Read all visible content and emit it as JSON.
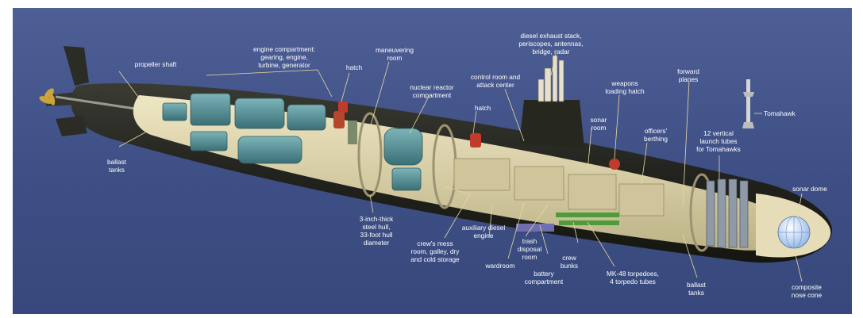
{
  "labels": {
    "propeller_shaft": "propeller shaft",
    "engine_compartment": "engine compartment:\ngearing, engine,\nturbine, generator",
    "hatch_aft": "hatch",
    "maneuvering_room": "maneuvering\nroom",
    "nuclear_reactor": "nuclear reactor\ncompartment",
    "diesel_exhaust": "diesel exhaust stack,\nperiscopes, antennas,\nbridge, radar",
    "control_room": "control room and\nattack center",
    "hatch_fwd": "hatch",
    "weapons_hatch": "weapons\nloading hatch",
    "sonar_room": "sonar\nroom",
    "forward_planes": "forward\nplanes",
    "tomahawk": "Tomahawk",
    "officers_berthing": "officers'\nberthing",
    "vertical_tubes": "12 vertical\nlaunch tubes\nfor Tomahawks",
    "sonar_dome": "sonar dome",
    "ballast_aft": "ballast\ntanks",
    "steel_hull": "3-inch-thick\nsteel hull,\n33-foot hull\ndiameter",
    "crews_mess": "crew's mess\nroom, galley, dry\nand cold storage",
    "aux_diesel": "auxiliary diesel\nengine",
    "wardroom": "wardroom",
    "trash_disposal": "trash\ndisposal\nroom",
    "battery": "battery\ncompartment",
    "crew_bunks": "crew\nbunks",
    "torpedoes": "MK-48 torpedoes,\n4 torpedo tubes",
    "ballast_fwd": "ballast\ntanks",
    "nose_cone": "composite\nnose cone"
  },
  "colors": {
    "background": "#3f5088",
    "hull": "#2a2c25",
    "deck": "#d8cfa2",
    "machinery": "#4f8f95",
    "leader": "#e8d9a0"
  }
}
